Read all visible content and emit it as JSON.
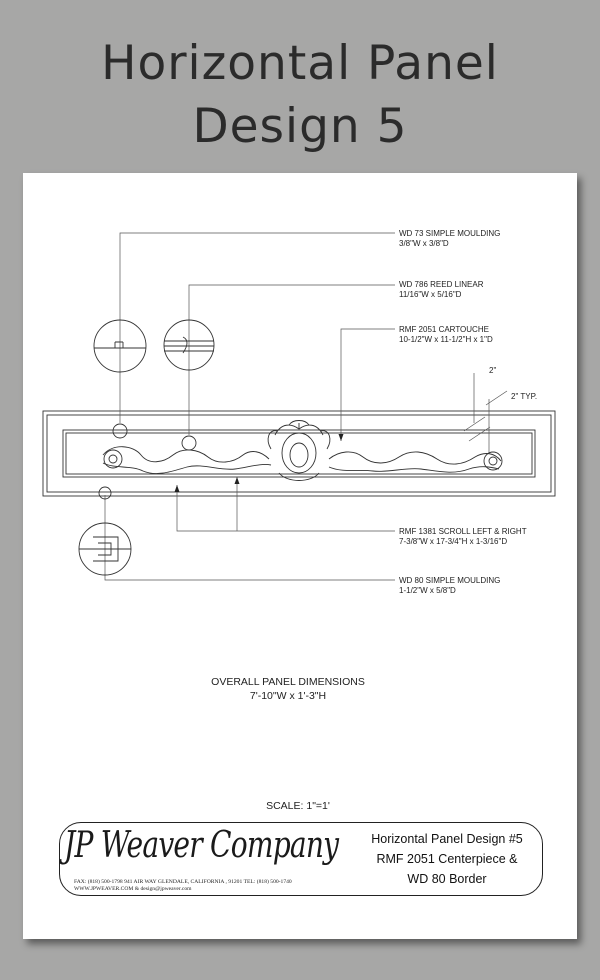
{
  "header": {
    "title_line1": "Horizontal Panel",
    "title_line2": "Design 5"
  },
  "callouts": {
    "wd73": {
      "name": "WD 73 SIMPLE MOULDING",
      "dims": "3/8\"W x 3/8\"D"
    },
    "wd786": {
      "name": "WD 786 REED LINEAR",
      "dims": "11/16\"W x 5/16\"D"
    },
    "rmf2051": {
      "name": "RMF 2051 CARTOUCHE",
      "dims": "10-1/2\"W x 11-1/2\"H x 1\"D"
    },
    "dim_2in": "2\"",
    "dim_2in_typ": "2\" TYP.",
    "rmf1381": {
      "name": "RMF 1381 SCROLL LEFT & RIGHT",
      "dims": "7-3/8\"W x 17-3/4\"H x 1-3/16\"D"
    },
    "wd80": {
      "name": "WD 80 SIMPLE MOULDING",
      "dims": "1-1/2\"W x 5/8\"D"
    }
  },
  "overall": {
    "label": "OVERALL PANEL DIMENSIONS",
    "dims": "7'-10\"W x 1'-3\"H"
  },
  "scale": "SCALE: 1\"=1'",
  "titleblock": {
    "logo": "JP Weaver Company",
    "contact_line1": "FAX: (818) 500-1798     941 AIR WAY  GLENDALE, CALIFORNIA , 91201   TEL: (818) 500-1740",
    "contact_line2": "WWW.JPWEAVER.COM  & design@jpweaver.com",
    "line1": "Horizontal Panel Design #5",
    "line2": "RMF 2051 Centerpiece &",
    "line3": "WD 80 Border"
  },
  "colors": {
    "background": "#a7a7a6",
    "sheet": "#ffffff",
    "ink": "#222222"
  }
}
